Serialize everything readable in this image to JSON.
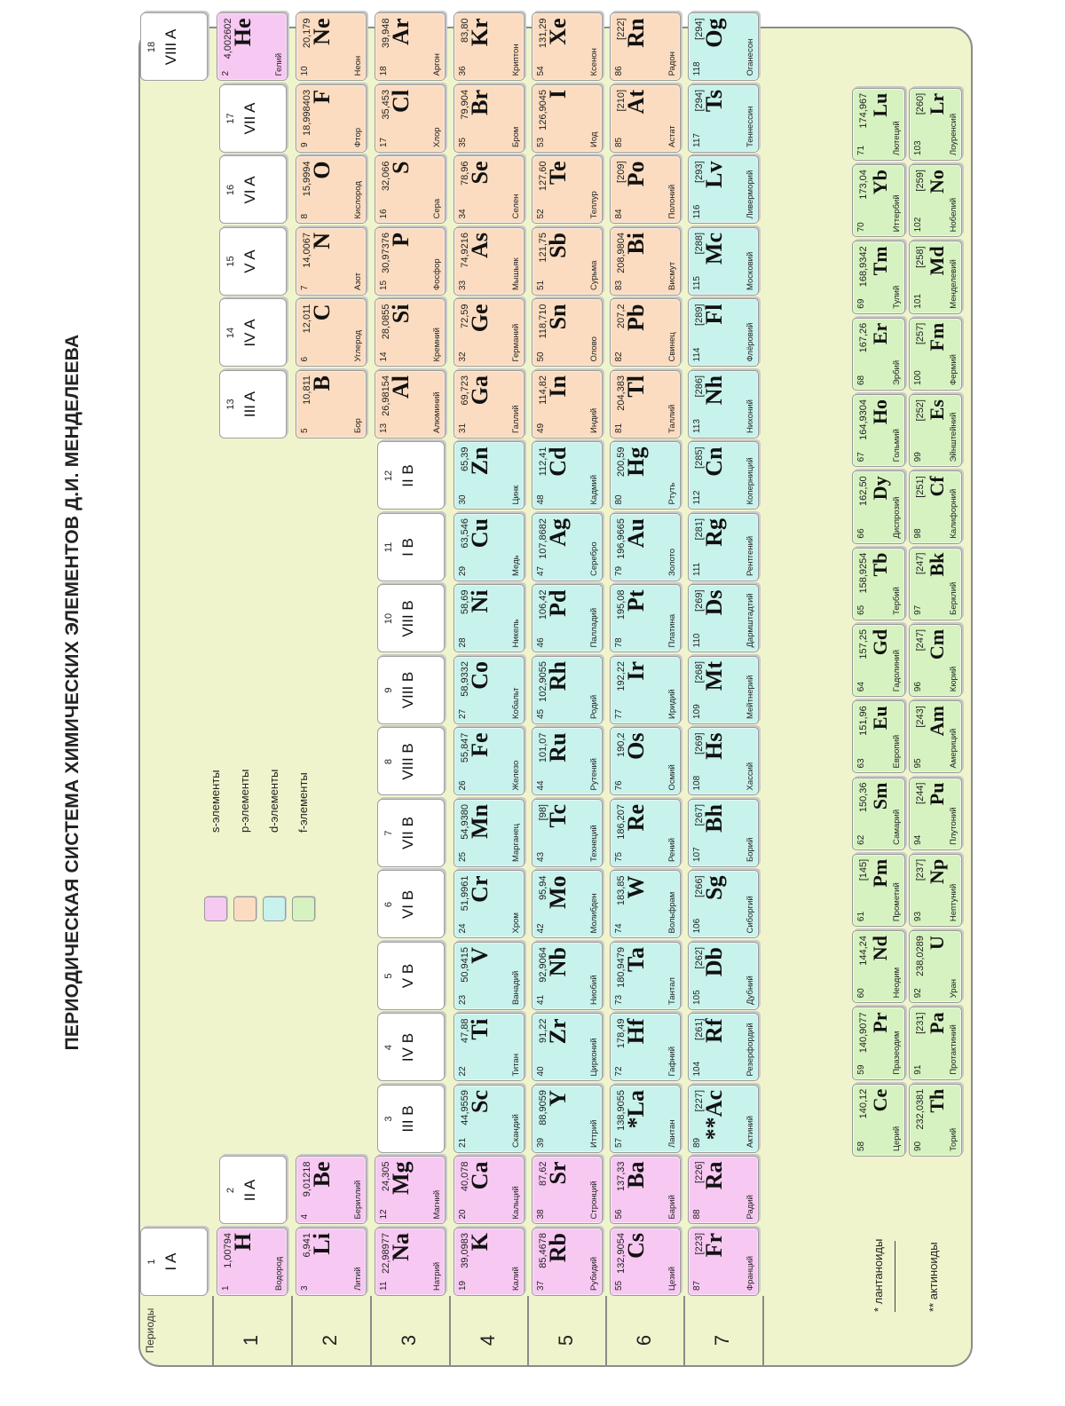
{
  "title": "ПЕРИОДИЧЕСКАЯ СИСТЕМА ХИМИЧЕСКИХ ЭЛЕМЕНТОВ Д.И. МЕНДЕЛЕЕВА",
  "periods_header": "Периоды",
  "period_numbers": [
    "1",
    "2",
    "3",
    "4",
    "5",
    "6",
    "7"
  ],
  "colors": {
    "s": "#f7c8f2",
    "p": "#fbdcc0",
    "d": "#c8f2ec",
    "f": "#d6f2c0",
    "panel": "#f0f4cc"
  },
  "legend": [
    {
      "label": "s-элементы",
      "block": "s"
    },
    {
      "label": "p-элементы",
      "block": "p"
    },
    {
      "label": "d-элементы",
      "block": "d"
    },
    {
      "label": "f-элементы",
      "block": "f"
    }
  ],
  "footnotes": {
    "lanthanoids": "* лантаноиды",
    "actinoids": "** актиноиды"
  },
  "groups": [
    {
      "num": "1",
      "label": "I A",
      "col": 1
    },
    {
      "num": "2",
      "label": "II A",
      "col": 2
    },
    {
      "num": "3",
      "label": "III B",
      "col": 3
    },
    {
      "num": "4",
      "label": "IV B",
      "col": 4
    },
    {
      "num": "5",
      "label": "V B",
      "col": 5
    },
    {
      "num": "6",
      "label": "VI B",
      "col": 6
    },
    {
      "num": "7",
      "label": "VII B",
      "col": 7
    },
    {
      "num": "8",
      "label": "VIII B",
      "col": 8
    },
    {
      "num": "9",
      "label": "VIII B",
      "col": 9
    },
    {
      "num": "10",
      "label": "VIII B",
      "col": 10
    },
    {
      "num": "11",
      "label": "I B",
      "col": 11
    },
    {
      "num": "12",
      "label": "II B",
      "col": 12
    },
    {
      "num": "13",
      "label": "III A",
      "col": 13
    },
    {
      "num": "14",
      "label": "IV A",
      "col": 14
    },
    {
      "num": "15",
      "label": "V A",
      "col": 15
    },
    {
      "num": "16",
      "label": "VI A",
      "col": 16
    },
    {
      "num": "17",
      "label": "VII A",
      "col": 17
    },
    {
      "num": "18",
      "label": "VIII A",
      "col": 18
    }
  ],
  "elements": [
    {
      "n": "1",
      "sym": "H",
      "mass": "1,00794",
      "name": "Водород",
      "row": 1,
      "col": 1,
      "b": "s"
    },
    {
      "n": "2",
      "sym": "He",
      "mass": "4,002602",
      "name": "Гелий",
      "row": 1,
      "col": 18,
      "b": "s"
    },
    {
      "n": "3",
      "sym": "Li",
      "mass": "6,941",
      "name": "Литий",
      "row": 2,
      "col": 1,
      "b": "s"
    },
    {
      "n": "4",
      "sym": "Be",
      "mass": "9,01218",
      "name": "Бериллий",
      "row": 2,
      "col": 2,
      "b": "s"
    },
    {
      "n": "5",
      "sym": "B",
      "mass": "10,811",
      "name": "Бор",
      "row": 2,
      "col": 13,
      "b": "p"
    },
    {
      "n": "6",
      "sym": "C",
      "mass": "12,011",
      "name": "Углерод",
      "row": 2,
      "col": 14,
      "b": "p"
    },
    {
      "n": "7",
      "sym": "N",
      "mass": "14,0067",
      "name": "Азот",
      "row": 2,
      "col": 15,
      "b": "p"
    },
    {
      "n": "8",
      "sym": "O",
      "mass": "15,9994",
      "name": "Кислород",
      "row": 2,
      "col": 16,
      "b": "p"
    },
    {
      "n": "9",
      "sym": "F",
      "mass": "18,998403",
      "name": "Фтор",
      "row": 2,
      "col": 17,
      "b": "p"
    },
    {
      "n": "10",
      "sym": "Ne",
      "mass": "20,179",
      "name": "Неон",
      "row": 2,
      "col": 18,
      "b": "p"
    },
    {
      "n": "11",
      "sym": "Na",
      "mass": "22,98977",
      "name": "Натрий",
      "row": 3,
      "col": 1,
      "b": "s"
    },
    {
      "n": "12",
      "sym": "Mg",
      "mass": "24,305",
      "name": "Магний",
      "row": 3,
      "col": 2,
      "b": "s"
    },
    {
      "n": "13",
      "sym": "Al",
      "mass": "26,98154",
      "name": "Алюминий",
      "row": 3,
      "col": 13,
      "b": "p"
    },
    {
      "n": "14",
      "sym": "Si",
      "mass": "28,0855",
      "name": "Кремний",
      "row": 3,
      "col": 14,
      "b": "p"
    },
    {
      "n": "15",
      "sym": "P",
      "mass": "30,97376",
      "name": "Фосфор",
      "row": 3,
      "col": 15,
      "b": "p"
    },
    {
      "n": "16",
      "sym": "S",
      "mass": "32,066",
      "name": "Сера",
      "row": 3,
      "col": 16,
      "b": "p"
    },
    {
      "n": "17",
      "sym": "Cl",
      "mass": "35,453",
      "name": "Хлор",
      "row": 3,
      "col": 17,
      "b": "p"
    },
    {
      "n": "18",
      "sym": "Ar",
      "mass": "39,948",
      "name": "Аргон",
      "row": 3,
      "col": 18,
      "b": "p"
    },
    {
      "n": "19",
      "sym": "K",
      "mass": "39,0983",
      "name": "Калий",
      "row": 4,
      "col": 1,
      "b": "s"
    },
    {
      "n": "20",
      "sym": "Ca",
      "mass": "40,078",
      "name": "Кальций",
      "row": 4,
      "col": 2,
      "b": "s"
    },
    {
      "n": "21",
      "sym": "Sc",
      "mass": "44,9559",
      "name": "Скандий",
      "row": 4,
      "col": 3,
      "b": "d"
    },
    {
      "n": "22",
      "sym": "Ti",
      "mass": "47,88",
      "name": "Титан",
      "row": 4,
      "col": 4,
      "b": "d"
    },
    {
      "n": "23",
      "sym": "V",
      "mass": "50,9415",
      "name": "Ванадий",
      "row": 4,
      "col": 5,
      "b": "d"
    },
    {
      "n": "24",
      "sym": "Cr",
      "mass": "51,9961",
      "name": "Хром",
      "row": 4,
      "col": 6,
      "b": "d"
    },
    {
      "n": "25",
      "sym": "Mn",
      "mass": "54,9380",
      "name": "Марганец",
      "row": 4,
      "col": 7,
      "b": "d"
    },
    {
      "n": "26",
      "sym": "Fe",
      "mass": "55,847",
      "name": "Железо",
      "row": 4,
      "col": 8,
      "b": "d"
    },
    {
      "n": "27",
      "sym": "Co",
      "mass": "58,9332",
      "name": "Кобальт",
      "row": 4,
      "col": 9,
      "b": "d"
    },
    {
      "n": "28",
      "sym": "Ni",
      "mass": "58,69",
      "name": "Никель",
      "row": 4,
      "col": 10,
      "b": "d"
    },
    {
      "n": "29",
      "sym": "Cu",
      "mass": "63,546",
      "name": "Медь",
      "row": 4,
      "col": 11,
      "b": "d"
    },
    {
      "n": "30",
      "sym": "Zn",
      "mass": "65,39",
      "name": "Цинк",
      "row": 4,
      "col": 12,
      "b": "d"
    },
    {
      "n": "31",
      "sym": "Ga",
      "mass": "69,723",
      "name": "Галлий",
      "row": 4,
      "col": 13,
      "b": "p"
    },
    {
      "n": "32",
      "sym": "Ge",
      "mass": "72,59",
      "name": "Германий",
      "row": 4,
      "col": 14,
      "b": "p"
    },
    {
      "n": "33",
      "sym": "As",
      "mass": "74,9216",
      "name": "Мышьяк",
      "row": 4,
      "col": 15,
      "b": "p"
    },
    {
      "n": "34",
      "sym": "Se",
      "mass": "78,96",
      "name": "Селен",
      "row": 4,
      "col": 16,
      "b": "p"
    },
    {
      "n": "35",
      "sym": "Br",
      "mass": "79,904",
      "name": "Бром",
      "row": 4,
      "col": 17,
      "b": "p"
    },
    {
      "n": "36",
      "sym": "Kr",
      "mass": "83,80",
      "name": "Криптон",
      "row": 4,
      "col": 18,
      "b": "p"
    },
    {
      "n": "37",
      "sym": "Rb",
      "mass": "85,4678",
      "name": "Рубидий",
      "row": 5,
      "col": 1,
      "b": "s"
    },
    {
      "n": "38",
      "sym": "Sr",
      "mass": "87,62",
      "name": "Стронций",
      "row": 5,
      "col": 2,
      "b": "s"
    },
    {
      "n": "39",
      "sym": "Y",
      "mass": "88,9059",
      "name": "Иттрий",
      "row": 5,
      "col": 3,
      "b": "d"
    },
    {
      "n": "40",
      "sym": "Zr",
      "mass": "91,22",
      "name": "Цирконий",
      "row": 5,
      "col": 4,
      "b": "d"
    },
    {
      "n": "41",
      "sym": "Nb",
      "mass": "92,9064",
      "name": "Ниобий",
      "row": 5,
      "col": 5,
      "b": "d"
    },
    {
      "n": "42",
      "sym": "Mo",
      "mass": "95,94",
      "name": "Молибден",
      "row": 5,
      "col": 6,
      "b": "d"
    },
    {
      "n": "43",
      "sym": "Tc",
      "mass": "[98]",
      "name": "Технеций",
      "row": 5,
      "col": 7,
      "b": "d"
    },
    {
      "n": "44",
      "sym": "Ru",
      "mass": "101,07",
      "name": "Рутений",
      "row": 5,
      "col": 8,
      "b": "d"
    },
    {
      "n": "45",
      "sym": "Rh",
      "mass": "102,9055",
      "name": "Родий",
      "row": 5,
      "col": 9,
      "b": "d"
    },
    {
      "n": "46",
      "sym": "Pd",
      "mass": "106,42",
      "name": "Палладий",
      "row": 5,
      "col": 10,
      "b": "d"
    },
    {
      "n": "47",
      "sym": "Ag",
      "mass": "107,8682",
      "name": "Серебро",
      "row": 5,
      "col": 11,
      "b": "d"
    },
    {
      "n": "48",
      "sym": "Cd",
      "mass": "112,41",
      "name": "Кадмий",
      "row": 5,
      "col": 12,
      "b": "d"
    },
    {
      "n": "49",
      "sym": "In",
      "mass": "114,82",
      "name": "Индий",
      "row": 5,
      "col": 13,
      "b": "p"
    },
    {
      "n": "50",
      "sym": "Sn",
      "mass": "118,710",
      "name": "Олово",
      "row": 5,
      "col": 14,
      "b": "p"
    },
    {
      "n": "51",
      "sym": "Sb",
      "mass": "121,75",
      "name": "Сурьма",
      "row": 5,
      "col": 15,
      "b": "p"
    },
    {
      "n": "52",
      "sym": "Te",
      "mass": "127,60",
      "name": "Теллур",
      "row": 5,
      "col": 16,
      "b": "p"
    },
    {
      "n": "53",
      "sym": "I",
      "mass": "126,9045",
      "name": "Иод",
      "row": 5,
      "col": 17,
      "b": "p"
    },
    {
      "n": "54",
      "sym": "Xe",
      "mass": "131,29",
      "name": "Ксенон",
      "row": 5,
      "col": 18,
      "b": "p"
    },
    {
      "n": "55",
      "sym": "Cs",
      "mass": "132,9054",
      "name": "Цезий",
      "row": 6,
      "col": 1,
      "b": "s"
    },
    {
      "n": "56",
      "sym": "Ba",
      "mass": "137,33",
      "name": "Барий",
      "row": 6,
      "col": 2,
      "b": "s"
    },
    {
      "n": "57",
      "sym": "*La",
      "mass": "138,9055",
      "name": "Лантан",
      "row": 6,
      "col": 3,
      "b": "d"
    },
    {
      "n": "72",
      "sym": "Hf",
      "mass": "178,49",
      "name": "Гафний",
      "row": 6,
      "col": 4,
      "b": "d"
    },
    {
      "n": "73",
      "sym": "Ta",
      "mass": "180,9479",
      "name": "Тантал",
      "row": 6,
      "col": 5,
      "b": "d"
    },
    {
      "n": "74",
      "sym": "W",
      "mass": "183,85",
      "name": "Вольфрам",
      "row": 6,
      "col": 6,
      "b": "d"
    },
    {
      "n": "75",
      "sym": "Re",
      "mass": "186,207",
      "name": "Рений",
      "row": 6,
      "col": 7,
      "b": "d"
    },
    {
      "n": "76",
      "sym": "Os",
      "mass": "190,2",
      "name": "Осмий",
      "row": 6,
      "col": 8,
      "b": "d"
    },
    {
      "n": "77",
      "sym": "Ir",
      "mass": "192,22",
      "name": "Иридий",
      "row": 6,
      "col": 9,
      "b": "d"
    },
    {
      "n": "78",
      "sym": "Pt",
      "mass": "195,08",
      "name": "Платина",
      "row": 6,
      "col": 10,
      "b": "d"
    },
    {
      "n": "79",
      "sym": "Au",
      "mass": "196,9665",
      "name": "Золото",
      "row": 6,
      "col": 11,
      "b": "d"
    },
    {
      "n": "80",
      "sym": "Hg",
      "mass": "200,59",
      "name": "Ртуть",
      "row": 6,
      "col": 12,
      "b": "d"
    },
    {
      "n": "81",
      "sym": "Tl",
      "mass": "204,383",
      "name": "Таллий",
      "row": 6,
      "col": 13,
      "b": "p"
    },
    {
      "n": "82",
      "sym": "Pb",
      "mass": "207,2",
      "name": "Свинец",
      "row": 6,
      "col": 14,
      "b": "p"
    },
    {
      "n": "83",
      "sym": "Bi",
      "mass": "208,9804",
      "name": "Висмут",
      "row": 6,
      "col": 15,
      "b": "p"
    },
    {
      "n": "84",
      "sym": "Po",
      "mass": "[209]",
      "name": "Полоний",
      "row": 6,
      "col": 16,
      "b": "p"
    },
    {
      "n": "85",
      "sym": "At",
      "mass": "[210]",
      "name": "Астат",
      "row": 6,
      "col": 17,
      "b": "p"
    },
    {
      "n": "86",
      "sym": "Rn",
      "mass": "[222]",
      "name": "Радон",
      "row": 6,
      "col": 18,
      "b": "p"
    },
    {
      "n": "87",
      "sym": "Fr",
      "mass": "[223]",
      "name": "Франций",
      "row": 7,
      "col": 1,
      "b": "s"
    },
    {
      "n": "88",
      "sym": "Ra",
      "mass": "[226]",
      "name": "Радий",
      "row": 7,
      "col": 2,
      "b": "s"
    },
    {
      "n": "89",
      "sym": "**Ac",
      "mass": "[227]",
      "name": "Актиний",
      "row": 7,
      "col": 3,
      "b": "d"
    },
    {
      "n": "104",
      "sym": "Rf",
      "mass": "[261]",
      "name": "Резерфордий",
      "row": 7,
      "col": 4,
      "b": "d"
    },
    {
      "n": "105",
      "sym": "Db",
      "mass": "[262]",
      "name": "Дубний",
      "row": 7,
      "col": 5,
      "b": "d"
    },
    {
      "n": "106",
      "sym": "Sg",
      "mass": "[266]",
      "name": "Сиборгий",
      "row": 7,
      "col": 6,
      "b": "d"
    },
    {
      "n": "107",
      "sym": "Bh",
      "mass": "[267]",
      "name": "Борий",
      "row": 7,
      "col": 7,
      "b": "d"
    },
    {
      "n": "108",
      "sym": "Hs",
      "mass": "[269]",
      "name": "Хассий",
      "row": 7,
      "col": 8,
      "b": "d"
    },
    {
      "n": "109",
      "sym": "Mt",
      "mass": "[268]",
      "name": "Мейтнерий",
      "row": 7,
      "col": 9,
      "b": "d"
    },
    {
      "n": "110",
      "sym": "Ds",
      "mass": "[269]",
      "name": "Дармштадтий",
      "row": 7,
      "col": 10,
      "b": "d"
    },
    {
      "n": "111",
      "sym": "Rg",
      "mass": "[281]",
      "name": "Рентгений",
      "row": 7,
      "col": 11,
      "b": "d"
    },
    {
      "n": "112",
      "sym": "Cn",
      "mass": "[285]",
      "name": "Коперниций",
      "row": 7,
      "col": 12,
      "b": "d"
    },
    {
      "n": "113",
      "sym": "Nh",
      "mass": "[286]",
      "name": "Нихоний",
      "row": 7,
      "col": 13,
      "b": "d"
    },
    {
      "n": "114",
      "sym": "Fl",
      "mass": "[289]",
      "name": "Флёровий",
      "row": 7,
      "col": 14,
      "b": "d"
    },
    {
      "n": "115",
      "sym": "Mc",
      "mass": "[288]",
      "name": "Московий",
      "row": 7,
      "col": 15,
      "b": "d"
    },
    {
      "n": "116",
      "sym": "Lv",
      "mass": "[293]",
      "name": "Ливерморий",
      "row": 7,
      "col": 16,
      "b": "d"
    },
    {
      "n": "117",
      "sym": "Ts",
      "mass": "[294]",
      "name": "Теннессин",
      "row": 7,
      "col": 17,
      "b": "d"
    },
    {
      "n": "118",
      "sym": "Og",
      "mass": "[294]",
      "name": "Оганесон",
      "row": 7,
      "col": 18,
      "b": "d"
    }
  ],
  "lanthanoids": [
    {
      "n": "58",
      "sym": "Ce",
      "mass": "140,12",
      "name": "Церий"
    },
    {
      "n": "59",
      "sym": "Pr",
      "mass": "140,9077",
      "name": "Празеодим"
    },
    {
      "n": "60",
      "sym": "Nd",
      "mass": "144,24",
      "name": "Неодим"
    },
    {
      "n": "61",
      "sym": "Pm",
      "mass": "[145]",
      "name": "Прометий"
    },
    {
      "n": "62",
      "sym": "Sm",
      "mass": "150,36",
      "name": "Самарий"
    },
    {
      "n": "63",
      "sym": "Eu",
      "mass": "151,96",
      "name": "Европий"
    },
    {
      "n": "64",
      "sym": "Gd",
      "mass": "157,25",
      "name": "Гадолиний"
    },
    {
      "n": "65",
      "sym": "Tb",
      "mass": "158,9254",
      "name": "Тербий"
    },
    {
      "n": "66",
      "sym": "Dy",
      "mass": "162,50",
      "name": "Диспрозий"
    },
    {
      "n": "67",
      "sym": "Ho",
      "mass": "164,9304",
      "name": "Гольмий"
    },
    {
      "n": "68",
      "sym": "Er",
      "mass": "167,26",
      "name": "Эрбий"
    },
    {
      "n": "69",
      "sym": "Tm",
      "mass": "168,9342",
      "name": "Тулий"
    },
    {
      "n": "70",
      "sym": "Yb",
      "mass": "173,04",
      "name": "Иттербий"
    },
    {
      "n": "71",
      "sym": "Lu",
      "mass": "174,967",
      "name": "Лютеций"
    }
  ],
  "actinoids": [
    {
      "n": "90",
      "sym": "Th",
      "mass": "232,0381",
      "name": "Торий"
    },
    {
      "n": "91",
      "sym": "Pa",
      "mass": "[231]",
      "name": "Протактиний"
    },
    {
      "n": "92",
      "sym": "U",
      "mass": "238,0289",
      "name": "Уран"
    },
    {
      "n": "93",
      "sym": "Np",
      "mass": "[237]",
      "name": "Нептуний"
    },
    {
      "n": "94",
      "sym": "Pu",
      "mass": "[244]",
      "name": "Плутоний"
    },
    {
      "n": "95",
      "sym": "Am",
      "mass": "[243]",
      "name": "Америций"
    },
    {
      "n": "96",
      "sym": "Cm",
      "mass": "[247]",
      "name": "Кюрий"
    },
    {
      "n": "97",
      "sym": "Bk",
      "mass": "[247]",
      "name": "Берклий"
    },
    {
      "n": "98",
      "sym": "Cf",
      "mass": "[251]",
      "name": "Калифорний"
    },
    {
      "n": "99",
      "sym": "Es",
      "mass": "[252]",
      "name": "Эйнштейний"
    },
    {
      "n": "100",
      "sym": "Fm",
      "mass": "[257]",
      "name": "Фермий"
    },
    {
      "n": "101",
      "sym": "Md",
      "mass": "[258]",
      "name": "Менделевий"
    },
    {
      "n": "102",
      "sym": "No",
      "mass": "[259]",
      "name": "Нобелий"
    },
    {
      "n": "103",
      "sym": "Lr",
      "mass": "[260]",
      "name": "Лоуренсий"
    }
  ]
}
